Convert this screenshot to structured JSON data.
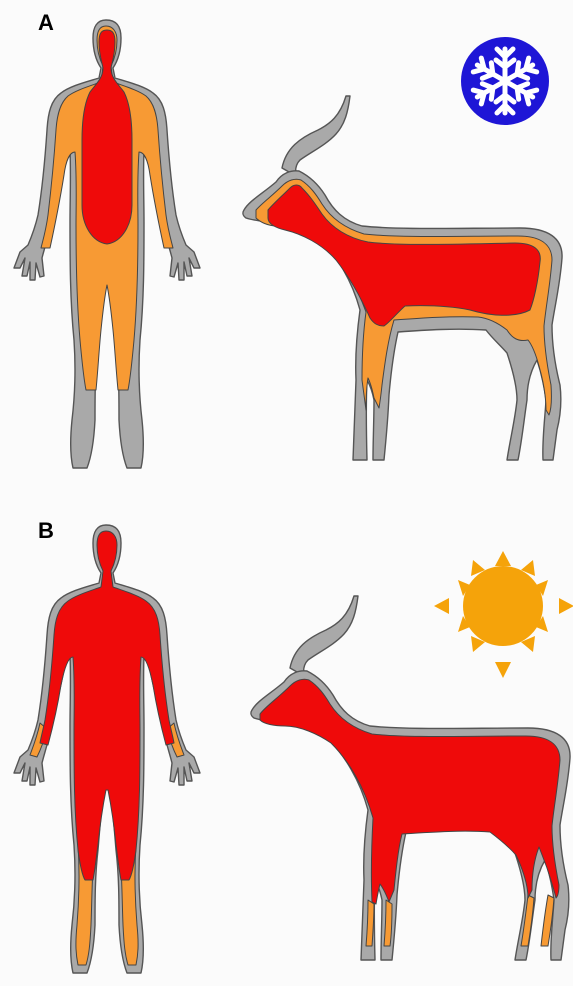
{
  "panels": [
    {
      "letter": "A",
      "condition": "cold",
      "icon": "snowflake-icon",
      "icon_background": "#1e16d6",
      "icon_color": "#ffffff"
    },
    {
      "letter": "B",
      "condition": "hot",
      "icon": "sun-icon",
      "icon_color": "#f5a30a"
    }
  ],
  "colors": {
    "skin_shell": "#a9a9a9",
    "intermediate_zone": "#f79a34",
    "core": "#ef0a0a",
    "background": "#fbfbfb"
  }
}
